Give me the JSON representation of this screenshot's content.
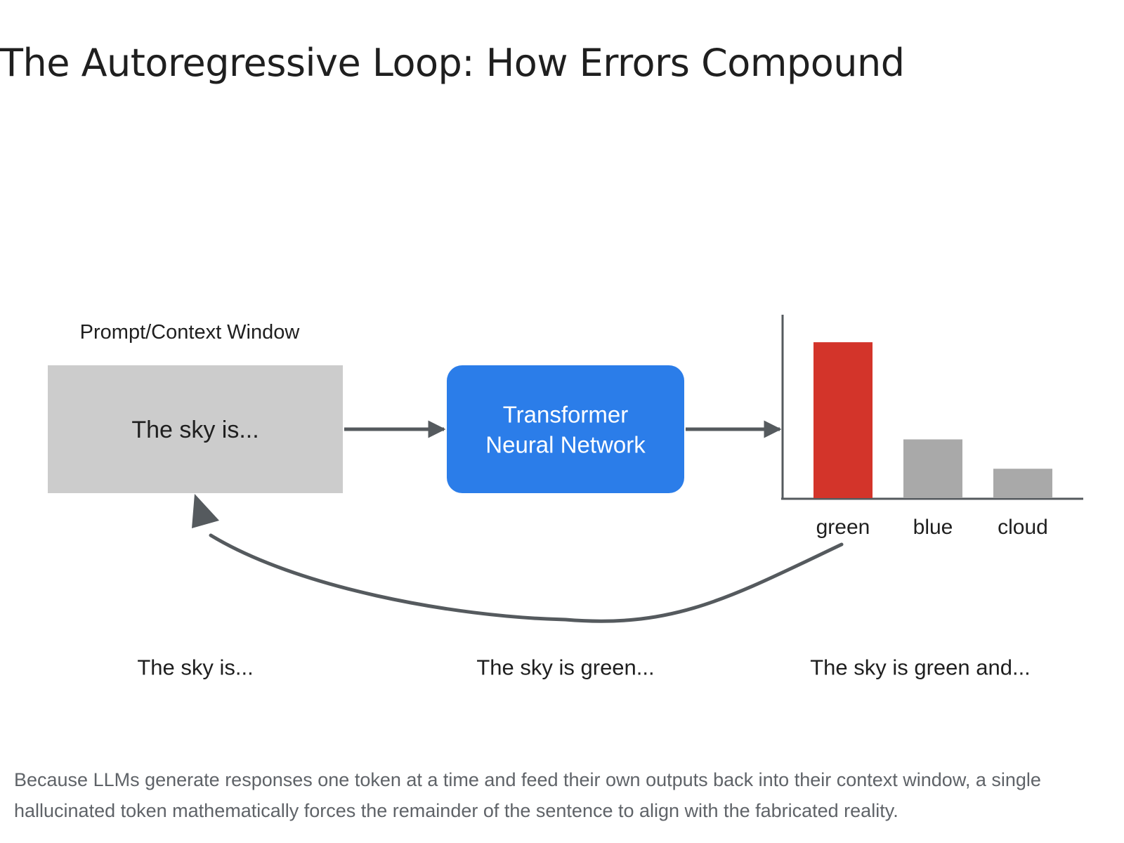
{
  "page": {
    "title": "The Autoregressive Loop: How Errors Compound",
    "caption": "Because LLMs generate responses one token at a time and feed their own outputs back into their context window, a single hallucinated token mathematically forces the remainder of the sentence to align with the fabricated reality."
  },
  "diagram": {
    "context_label": "Prompt/Context Window",
    "context_text": "The sky is...",
    "model_line1": "Transformer",
    "model_line2": "Neural Network",
    "stages": [
      "The sky is...",
      "The sky is green...",
      "The sky is green and..."
    ]
  },
  "chart_data": {
    "type": "bar",
    "categories": [
      "green",
      "blue",
      "cloud"
    ],
    "values": [
      0.85,
      0.32,
      0.16
    ],
    "ylim": [
      0,
      1
    ],
    "colors": [
      "#d3342a",
      "#a9a9a9",
      "#a9a9a9"
    ],
    "title": "",
    "xlabel": "",
    "ylabel": ""
  },
  "colors": {
    "context_box": "#cccccc",
    "model_box": "#2b7de9",
    "arrow": "#555a5e",
    "caption_text": "#5f6368"
  }
}
